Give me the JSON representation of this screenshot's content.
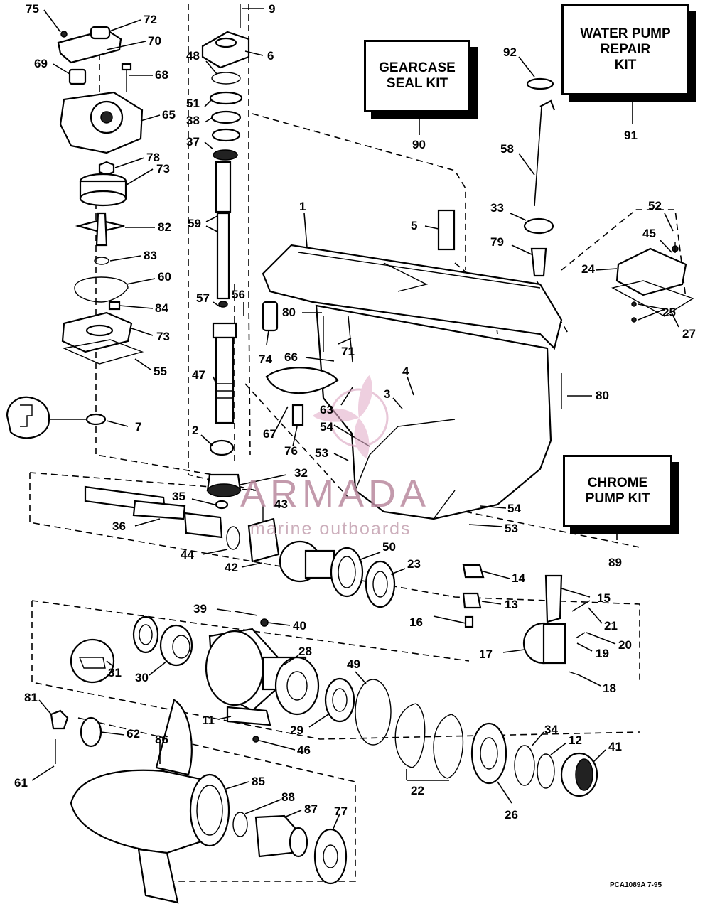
{
  "kits": {
    "water_pump": [
      "WATER PUMP",
      "REPAIR",
      "KIT"
    ],
    "gearcase_seal": [
      "GEARCASE",
      "SEAL KIT"
    ],
    "chrome_pump": [
      "CHROME",
      "PUMP KIT"
    ]
  },
  "watermark": {
    "name": "ARMADA",
    "tagline": "marine outboards"
  },
  "drawing_code": "PCA1089A   7-95",
  "callouts": {
    "c75": "75",
    "c72": "72",
    "c70": "70",
    "c69": "69",
    "c68": "68",
    "c65": "65",
    "c78": "78",
    "c73a": "73",
    "c82": "82",
    "c83": "83",
    "c60": "60",
    "c84": "84",
    "c73b": "73",
    "c55": "55",
    "c7": "7",
    "c9": "9",
    "c6": "6",
    "c48": "48",
    "c51": "51",
    "c38": "38",
    "c37": "37",
    "c59": "59",
    "c57": "57",
    "c56": "56",
    "c47": "47",
    "c2": "2",
    "c32": "32",
    "c35": "35",
    "c36": "36",
    "c43": "43",
    "c44": "44",
    "c42": "42",
    "c1": "1",
    "c5": "5",
    "c74": "74",
    "c80a": "80",
    "c66": "66",
    "c71": "71",
    "c4": "4",
    "c3": "3",
    "c63": "63",
    "c54a": "54",
    "c53a": "53",
    "c67": "67",
    "c76": "76",
    "c90": "90",
    "c91": "91",
    "c92": "92",
    "c58": "58",
    "c33": "33",
    "c79": "79",
    "c52": "52",
    "c45": "45",
    "c24": "24",
    "c25": "25",
    "c27": "27",
    "c80b": "80",
    "c54b": "54",
    "c53b": "53",
    "c89": "89",
    "c50": "50",
    "c23": "23",
    "c14": "14",
    "c15": "15",
    "c13": "13",
    "c16": "16",
    "c21": "21",
    "c20": "20",
    "c17": "17",
    "c19": "19",
    "c18": "18",
    "c39": "39",
    "c40": "40",
    "c28": "28",
    "c31": "31",
    "c30": "30",
    "c49": "49",
    "c11": "11",
    "c29": "29",
    "c46": "46",
    "c81": "81",
    "c62": "62",
    "c86": "86",
    "c61": "61",
    "c85": "85",
    "c88": "88",
    "c87": "87",
    "c77": "77",
    "c34": "34",
    "c12": "12",
    "c41": "41",
    "c22": "22",
    "c26": "26"
  }
}
